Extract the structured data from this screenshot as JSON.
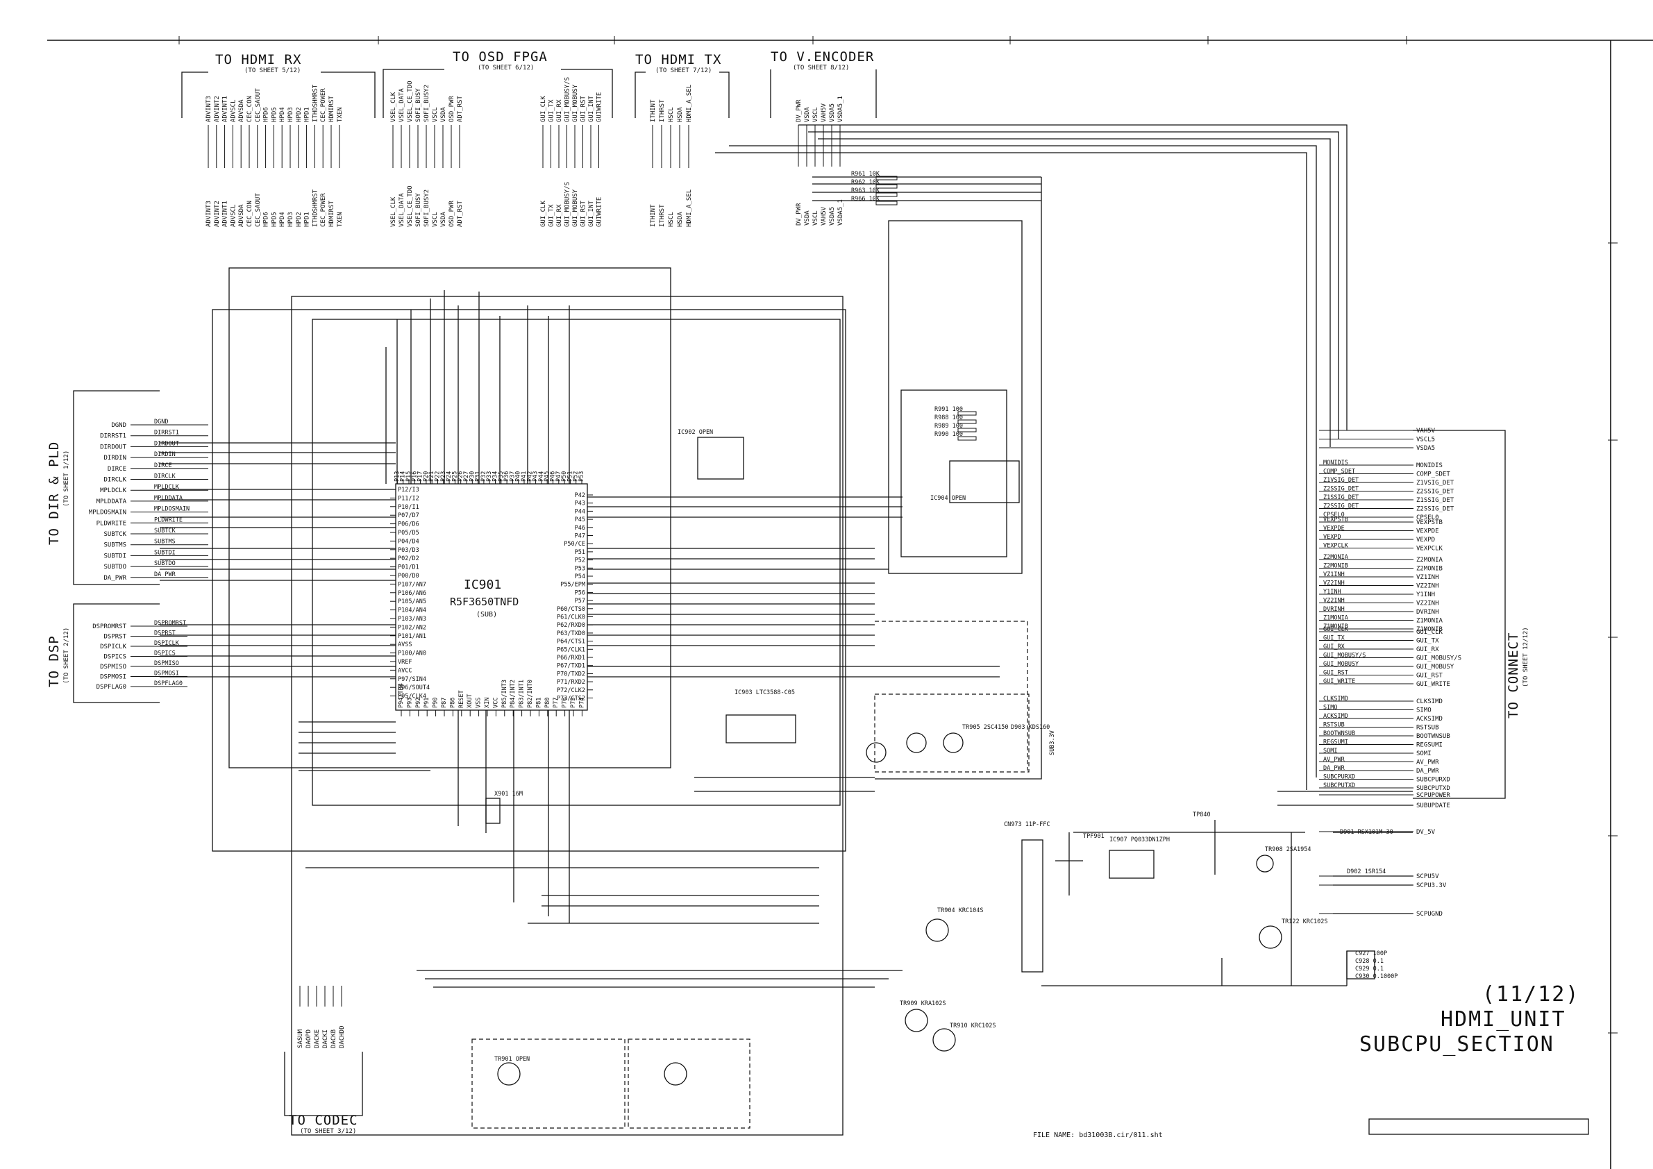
{
  "sheet": {
    "number": "(11/12)",
    "title_line1": "HDMI_UNIT",
    "title_line2": "SUBCPU_SECTION",
    "file_name": "FILE NAME: bd31003B.cir/011.sht"
  },
  "connectors": {
    "hdmi_rx": {
      "title": "TO HDMI RX",
      "ref": "(TO SHEET 5/12)"
    },
    "osd_fpga": {
      "title": "TO OSD FPGA",
      "ref": "(TO SHEET 6/12)"
    },
    "hdmi_tx": {
      "title": "TO HDMI TX",
      "ref": "(TO SHEET 7/12)"
    },
    "v_encoder": {
      "title": "TO V.ENCODER",
      "ref": "(TO SHEET 8/12)"
    },
    "dir_pld": {
      "title": "TO DIR & PLD",
      "ref": "(TO SHEET 1/12)"
    },
    "dsp": {
      "title": "TO DSP",
      "ref": "(TO SHEET 2/12)"
    },
    "codec": {
      "title": "TO CODEC",
      "ref": "(TO SHEET 3/12)"
    },
    "connect": {
      "title": "TO CONNECT",
      "ref": "(TO SHEET 12/12)"
    }
  },
  "ic901": {
    "ref": "IC901",
    "part": "R5F3650TNFD",
    "note": "(SUB)"
  },
  "signals": {
    "hdmi_rx": [
      "ADVINT3",
      "ADVINT2",
      "ADVINT1",
      "ADVSCL",
      "ADVSDA",
      "CEC_CON",
      "CEC_SAOUT",
      "HPD6",
      "HPD5",
      "HPD4",
      "HPD3",
      "HPD2",
      "HPD1",
      "ITHDSHMRST",
      "CEC_POWER",
      "HDMIRST",
      "TXEN"
    ],
    "osd_fpga": [
      "VSEL_CLK",
      "VSEL_DATA",
      "VSEL_CE_TDO",
      "SOFI_BUSY",
      "SOFI_BUSY2",
      "VSCL",
      "VSDA",
      "OSD_PWR",
      "ADT_RST"
    ],
    "osd_fpga_gui": [
      "GUI_CLK",
      "GUI_TX",
      "GUI_RX",
      "GUI_MOBUSY/S",
      "GUI_MOBUSY",
      "GUI_RST",
      "GUI_INT",
      "GUIWRITE"
    ],
    "hdmi_tx": [
      "ITHINT",
      "ITHRST",
      "HSCL",
      "HSDA",
      "HDMI_A_SEL"
    ],
    "v_encoder": [
      "DV_PWR",
      "VSDA",
      "VSCL",
      "VAH5V",
      "VSDA5",
      "VSDA5_1"
    ],
    "dir": [
      "DGND",
      "DIRRST1",
      "DIRDOUT",
      "DIRDIN",
      "DIRCE",
      "DIRCLK",
      "MPLDCLK",
      "MPLDDATA",
      "MPLDOSMAIN",
      "PLDWRITE",
      "SUBTCK",
      "SUBTMS",
      "SUBTDI",
      "SUBTDO",
      "DA_PWR"
    ],
    "dsp": [
      "DSPROMRST",
      "DSPRST",
      "DSPICLK",
      "DSPICS",
      "DSPMISO",
      "DSPMOSI",
      "DSPFLAG0"
    ],
    "codec": [
      "SASUM",
      "DAOPD",
      "DACKE",
      "DACKI",
      "DACKB",
      "DACHDD"
    ],
    "connect_group1": [
      "VAH5V",
      "VSCL5",
      "VSDA5"
    ],
    "connect_group2": [
      "MONIDIS",
      "COMP_SDET",
      "Z1VSIG_DET",
      "Z2SSIG_DET",
      "Z1SSIG_DET",
      "Z2SSIG_DET",
      "CPSEL0"
    ],
    "connect_group3": [
      "VEXPSTB",
      "VEXPDE",
      "VEXPD",
      "VEXPCLK"
    ],
    "connect_group4": [
      "Z2MONIA",
      "Z2MONIB",
      "VZ1INH",
      "VZ2INH",
      "Y1INH",
      "VZ2INH",
      "DVRINH",
      "Z1MONIA",
      "Z1MONIB"
    ],
    "connect_group5": [
      "GUI_CLK",
      "GUI_TX",
      "GUI_RX",
      "GUI_MOBUSY/S",
      "GUI_MOBUSY",
      "GUI_RST",
      "GUI_WRITE"
    ],
    "connect_group6": [
      "CLKSIMD",
      "SIMO",
      "ACKSIMD",
      "RSTSUB",
      "BOOTWNSUB",
      "REGSUMI",
      "SOMI",
      "AV_PWR",
      "DA_PWR",
      "SUBCPURXD",
      "SUBCPUTXD"
    ],
    "connect_group7": [
      "SCPUPOWER",
      "SUBUPDATE",
      "DV_5V",
      "SCPU5V",
      "SCPU3.3V",
      "SCPUGND"
    ]
  },
  "components": {
    "r_top": [
      "R961  10K",
      "R962  10K",
      "R963  10K",
      "R966  10K"
    ],
    "rn_vexp": [
      "R991  100",
      "R988  100",
      "R989  100",
      "R990  100"
    ],
    "caps_right": [
      "C927  100P",
      "C928  0.1",
      "C929  0.1",
      "C930  0.1000P"
    ],
    "crystal": "X901  16M",
    "ic902": "IC902 OPEN",
    "ic903": "IC903 LTC3588-C05",
    "ic904": "IC904 OPEN",
    "ic907": "IC907 PQ033DN1ZPH",
    "cn": "CN973 11P-FFC",
    "tr_list": [
      "TR901 OPEN",
      "TR904 KRC104S",
      "TR905 2SC4150",
      "TR908 2SA1954",
      "TR909 KRA102S",
      "TR910 KRC102S",
      "TR122 KRC102S"
    ],
    "diodes": [
      "D901 RSX101M-30",
      "D902 1SR154",
      "D903 KDS160"
    ],
    "sub33": "SUB3.3V",
    "tp840": "TP840",
    "tp901": "TPF901"
  },
  "ic_pins_top": [
    "P53",
    "P52",
    "P51",
    "P50",
    "P47",
    "P46",
    "P45",
    "P44",
    "P43",
    "P42",
    "P41",
    "P40",
    "P37",
    "P36",
    "P35",
    "P34",
    "P33",
    "P32",
    "P31",
    "P30",
    "P27",
    "P26",
    "P25",
    "P24",
    "P23",
    "P22",
    "P21",
    "P20",
    "P17",
    "P16",
    "P15",
    "P14",
    "P13"
  ],
  "ic_pins_left": [
    "P12/I3",
    "P11/I2",
    "P10/I1",
    "P07/D7",
    "P06/D6",
    "P05/D5",
    "P04/D4",
    "P03/D3",
    "P02/D2",
    "P01/D1",
    "P00/D0",
    "P107/AN7",
    "P106/AN6",
    "P105/AN5",
    "P104/AN4",
    "P103/AN3",
    "P102/AN2",
    "P101/AN1",
    "AVSS",
    "P100/AN0",
    "VREF",
    "AVCC",
    "P97/SIN4",
    "P96/SOUT4",
    "P95/CLK4"
  ],
  "ic_pins_right": [
    "P42",
    "P43",
    "P44",
    "P45",
    "P46",
    "P47",
    "P50/CE",
    "P51",
    "P52",
    "P53",
    "P54",
    "P55/EPM",
    "P56",
    "P57",
    "P60/CTS0",
    "P61/CLK0",
    "P62/RXD0",
    "P63/TXD0",
    "P64/CTS1",
    "P65/CLK1",
    "P66/RXD1",
    "P67/TXD1",
    "P70/TXD2",
    "P71/RXD2",
    "P72/CLK2",
    "P73/CTS2"
  ],
  "ic_pins_bottom": [
    "P94/TB4",
    "P93",
    "P92",
    "P91",
    "P90",
    "P87",
    "P86",
    "RESET",
    "XOUT",
    "VSS",
    "XIN",
    "VCC",
    "P85/INT3",
    "P84/INT2",
    "P83/INT1",
    "P82/INT0",
    "P81",
    "P80",
    "P77",
    "P76",
    "P75",
    "P74"
  ]
}
